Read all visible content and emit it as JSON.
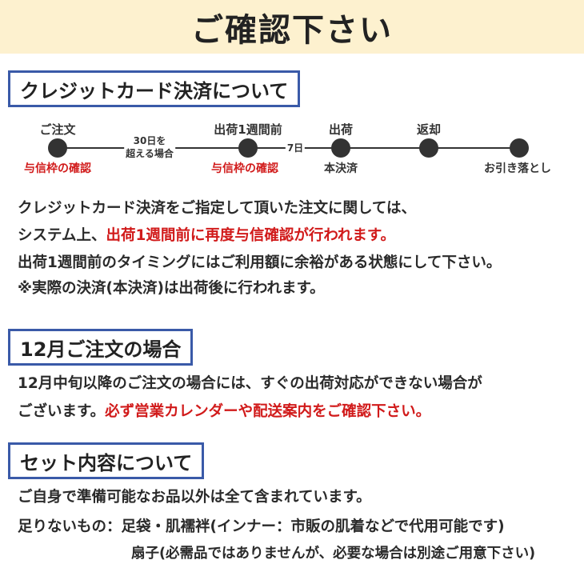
{
  "header": {
    "title": "ご確認下さい"
  },
  "section1": {
    "title": "クレジットカード決済について",
    "timeline": [
      {
        "top": "ご注文",
        "bottom": "与信枠の確認",
        "bottom_color": "#d11a1a"
      },
      {
        "top": "出荷1週間前",
        "bottom": "与信枠の確認",
        "bottom_color": "#d11a1a"
      },
      {
        "top": "出荷",
        "bottom": "本決済",
        "bottom_color": "#333333"
      },
      {
        "top": "返却",
        "bottom": "",
        "bottom_color": "#333333"
      },
      {
        "top": "",
        "bottom": "お引き落とし",
        "bottom_color": "#333333"
      }
    ],
    "gap1_line1": "30日を",
    "gap1_line2": "超える場合",
    "gap2": "7日",
    "p1": "クレジットカード決済をご指定して頂いた注文に関しては、",
    "p2_prefix": "システム上、",
    "p2_red": "出荷1週間前に再度与信確認が行われます。",
    "p3": "出荷1週間前のタイミングにはご利用額に余裕がある状態にして下さい。",
    "p4": "※実際の決済(本決済)は出荷後に行われます。"
  },
  "section2": {
    "title": "12月ご注文の場合",
    "p1": "12月中旬以降のご注文の場合には、すぐの出荷対応ができない場合が",
    "p2_prefix": "ございます。",
    "p2_red": "必ず営業カレンダーや配送案内をご確認下さい。"
  },
  "section3": {
    "title": "セット内容について",
    "p1": "ご自身で準備可能なお品以外は全て含まれています。",
    "p2": "足りないもの：足袋・肌襦袢(インナー：市販の肌着などで代用可能です)",
    "p3": "扇子(必需品ではありませんが、必要な場合は別途ご用意下さい)"
  },
  "colors": {
    "header_bg": "#fdf1cf",
    "box_border": "#3a5aa8",
    "accent_red": "#d11a1a"
  }
}
